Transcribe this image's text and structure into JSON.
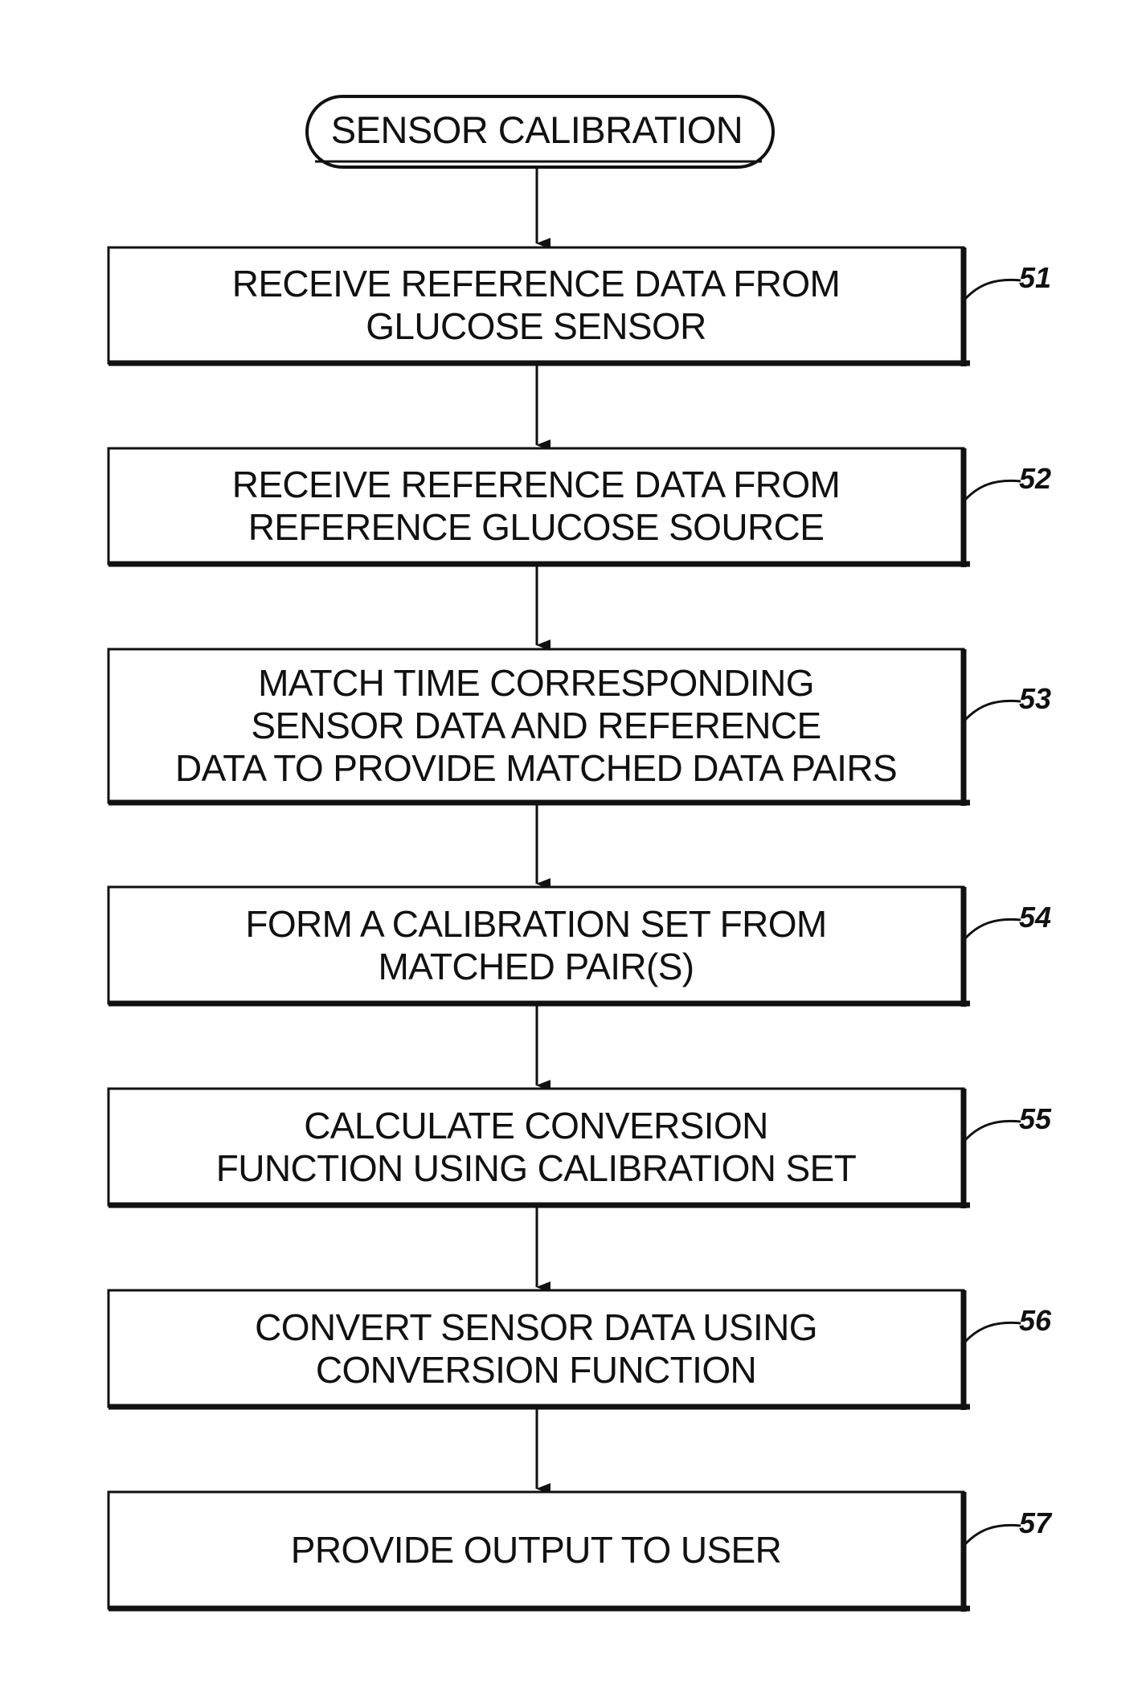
{
  "diagram": {
    "start": {
      "label": "SENSOR CALIBRATION"
    },
    "steps": [
      {
        "ref": "51",
        "text": "RECEIVE REFERENCE DATA FROM\nGLUCOSE SENSOR"
      },
      {
        "ref": "52",
        "text": "RECEIVE REFERENCE DATA FROM\nREFERENCE GLUCOSE SOURCE"
      },
      {
        "ref": "53",
        "text": "MATCH TIME CORRESPONDING\nSENSOR DATA AND REFERENCE\nDATA TO PROVIDE MATCHED DATA PAIRS"
      },
      {
        "ref": "54",
        "text": "FORM A CALIBRATION SET FROM\nMATCHED PAIR(S)"
      },
      {
        "ref": "55",
        "text": "CALCULATE CONVERSION\nFUNCTION USING CALIBRATION SET"
      },
      {
        "ref": "56",
        "text": "CONVERT SENSOR DATA USING\nCONVERSION FUNCTION"
      },
      {
        "ref": "57",
        "text": "PROVIDE OUTPUT TO USER"
      }
    ]
  }
}
